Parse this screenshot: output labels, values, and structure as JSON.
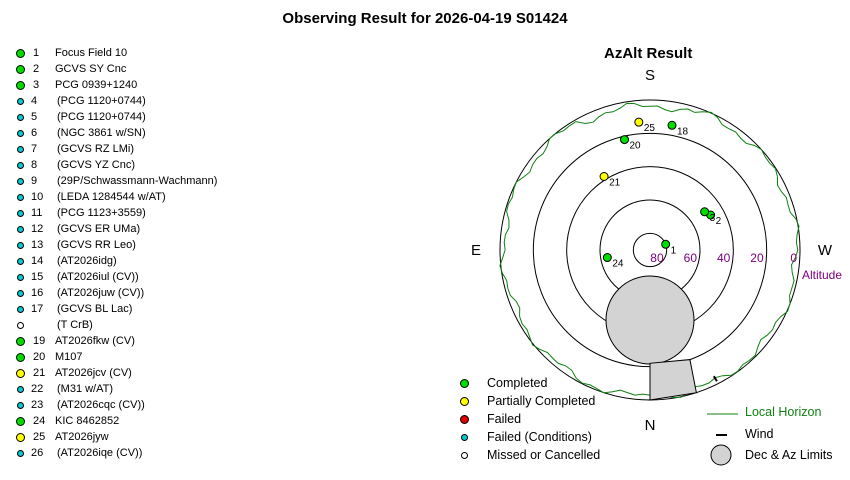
{
  "title": "Observing Result for 2026-04-19 S01424",
  "status_colors": {
    "completed": "#00dd00",
    "partial": "#ffff00",
    "failed": "#dd0000",
    "failed_conditions": "#00cccc",
    "missed": "#ffffff"
  },
  "targets": [
    {
      "num": "1",
      "name": "Focus Field 10",
      "status": "completed",
      "indent": false
    },
    {
      "num": "2",
      "name": "GCVS SY Cnc",
      "status": "completed",
      "indent": false
    },
    {
      "num": "3",
      "name": "PCG 0939+1240",
      "status": "completed",
      "indent": false
    },
    {
      "num": "4",
      "name": "(PCG 1120+0744)",
      "status": "failed_conditions",
      "indent": true
    },
    {
      "num": "5",
      "name": "(PCG 1120+0744)",
      "status": "failed_conditions",
      "indent": true
    },
    {
      "num": "6",
      "name": "(NGC 3861 w/SN)",
      "status": "failed_conditions",
      "indent": true
    },
    {
      "num": "7",
      "name": "(GCVS RZ LMi)",
      "status": "failed_conditions",
      "indent": true
    },
    {
      "num": "8",
      "name": "(GCVS YZ Cnc)",
      "status": "failed_conditions",
      "indent": true
    },
    {
      "num": "9",
      "name": "(29P/Schwassmann-Wachmann)",
      "status": "failed_conditions",
      "indent": true
    },
    {
      "num": "10",
      "name": "(LEDA 1284544 w/AT)",
      "status": "failed_conditions",
      "indent": true
    },
    {
      "num": "11",
      "name": "(PCG 1123+3559)",
      "status": "failed_conditions",
      "indent": true
    },
    {
      "num": "12",
      "name": "(GCVS ER UMa)",
      "status": "failed_conditions",
      "indent": true
    },
    {
      "num": "13",
      "name": "(GCVS RR Leo)",
      "status": "failed_conditions",
      "indent": true
    },
    {
      "num": "14",
      "name": "(AT2026idg)",
      "status": "failed_conditions",
      "indent": true
    },
    {
      "num": "15",
      "name": "(AT2026iul (CV))",
      "status": "failed_conditions",
      "indent": true
    },
    {
      "num": "16",
      "name": "(AT2026juw (CV))",
      "status": "failed_conditions",
      "indent": true
    },
    {
      "num": "17",
      "name": "(GCVS BL Lac)",
      "status": "failed_conditions",
      "indent": true
    },
    {
      "num": "",
      "name": "(T CrB)",
      "status": "missed",
      "indent": true
    },
    {
      "num": "19",
      "name": "AT2026fkw (CV)",
      "status": "completed",
      "indent": false
    },
    {
      "num": "20",
      "name": "M107",
      "status": "completed",
      "indent": false
    },
    {
      "num": "21",
      "name": "AT2026jcv (CV)",
      "status": "partial",
      "indent": false
    },
    {
      "num": "22",
      "name": "(M31 w/AT)",
      "status": "failed_conditions",
      "indent": true
    },
    {
      "num": "23",
      "name": "(AT2026cqc (CV))",
      "status": "failed_conditions",
      "indent": true
    },
    {
      "num": "24",
      "name": "KIC 8462852",
      "status": "completed",
      "indent": false
    },
    {
      "num": "25",
      "name": "AT2026jyw",
      "status": "partial",
      "indent": false
    },
    {
      "num": "26",
      "name": "(AT2026iqe (CV))",
      "status": "failed_conditions",
      "indent": true
    }
  ],
  "chart_data": {
    "type": "scatter",
    "projection": "polar azimuth-altitude",
    "title": "AzAlt Result",
    "directions": {
      "top": "S",
      "bottom": "N",
      "left": "E",
      "right": "W"
    },
    "radial_axis_label": "Altitude",
    "radial_ticks": [
      "80",
      "60",
      "40",
      "20",
      "0"
    ],
    "altitude_range": [
      0,
      90
    ],
    "points": [
      {
        "label": "1",
        "az": 250,
        "alt": 80,
        "status": "completed"
      },
      {
        "label": "2",
        "az": 240,
        "alt": 48,
        "status": "completed"
      },
      {
        "label": "3",
        "az": 235,
        "alt": 50,
        "status": "completed"
      },
      {
        "label": "18",
        "az": 190,
        "alt": 14,
        "status": "completed"
      },
      {
        "label": "20",
        "az": 167,
        "alt": 22,
        "status": "completed"
      },
      {
        "label": "21",
        "az": 148,
        "alt": 38,
        "status": "partial"
      },
      {
        "label": "24",
        "az": 80,
        "alt": 64,
        "status": "completed"
      },
      {
        "label": "25",
        "az": 175,
        "alt": 13,
        "status": "partial"
      }
    ],
    "legend_placement": "bottom",
    "legend": {
      "status_entries": [
        {
          "label": "Completed",
          "status": "completed"
        },
        {
          "label": "Partially Completed",
          "status": "partial"
        },
        {
          "label": "Failed",
          "status": "failed"
        },
        {
          "label": "Failed (Conditions)",
          "status": "failed_conditions"
        },
        {
          "label": "Missed or Cancelled",
          "status": "missed"
        }
      ],
      "local_horizon": "Local Horizon",
      "wind": "Wind",
      "limits": "Dec & Az Limits"
    },
    "colors": {
      "horizon": "#108010",
      "limits_fill": "#d3d3d3",
      "altitude_text": "#800080"
    }
  }
}
